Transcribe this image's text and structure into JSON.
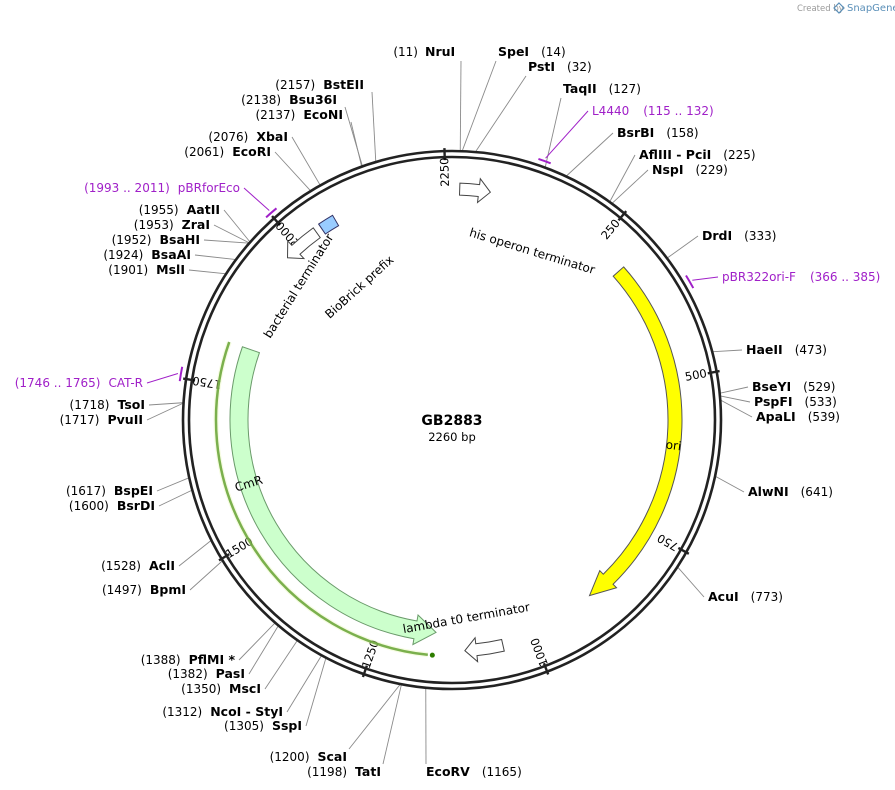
{
  "header": {
    "credit": "Created by",
    "brand": "SnapGene"
  },
  "plasmid": {
    "name": "GB2883",
    "length": 2260,
    "length_label": "2260 bp"
  },
  "ticks": [
    {
      "bp": 250,
      "label": "250"
    },
    {
      "bp": 500,
      "label": "500"
    },
    {
      "bp": 750,
      "label": "750"
    },
    {
      "bp": 1000,
      "label": "1000"
    },
    {
      "bp": 1250,
      "label": "1250"
    },
    {
      "bp": 1500,
      "label": "1500"
    },
    {
      "bp": 1750,
      "label": "1750"
    },
    {
      "bp": 2000,
      "label": "2000"
    },
    {
      "bp": 2250,
      "label": "2250"
    }
  ],
  "sites": [
    {
      "name": "NruI",
      "pos": "(11)",
      "bp": 11
    },
    {
      "name": "SpeI",
      "pos": "(14)",
      "bp": 14
    },
    {
      "name": "PstI",
      "pos": "(32)",
      "bp": 32
    },
    {
      "name": "TaqII",
      "pos": "(127)",
      "bp": 127
    },
    {
      "name": "BsrBI",
      "pos": "(158)",
      "bp": 158
    },
    {
      "name": "AflIII - PciI",
      "pos": "(225)",
      "bp": 225
    },
    {
      "name": "NspI",
      "pos": "(229)",
      "bp": 229
    },
    {
      "name": "DrdI",
      "pos": "(333)",
      "bp": 333
    },
    {
      "name": "HaeII",
      "pos": "(473)",
      "bp": 473
    },
    {
      "name": "BseYI",
      "pos": "(529)",
      "bp": 529
    },
    {
      "name": "PspFI",
      "pos": "(533)",
      "bp": 533
    },
    {
      "name": "ApaLI",
      "pos": "(539)",
      "bp": 539
    },
    {
      "name": "AlwNI",
      "pos": "(641)",
      "bp": 641
    },
    {
      "name": "AcuI",
      "pos": "(773)",
      "bp": 773
    },
    {
      "name": "EcoRV",
      "pos": "(1165)",
      "bp": 1165
    },
    {
      "name": "TatI",
      "pos": "(1198)",
      "bp": 1198
    },
    {
      "name": "ScaI",
      "pos": "(1200)",
      "bp": 1200
    },
    {
      "name": "SspI",
      "pos": "(1305)",
      "bp": 1305
    },
    {
      "name": "NcoI - StyI",
      "pos": "(1312)",
      "bp": 1312
    },
    {
      "name": "MscI",
      "pos": "(1350)",
      "bp": 1350
    },
    {
      "name": "PasI",
      "pos": "(1382)",
      "bp": 1382
    },
    {
      "name": "PflMI *",
      "pos": "(1388)",
      "bp": 1388
    },
    {
      "name": "BpmI",
      "pos": "(1497)",
      "bp": 1497
    },
    {
      "name": "AclI",
      "pos": "(1528)",
      "bp": 1528
    },
    {
      "name": "BsrDI",
      "pos": "(1600)",
      "bp": 1600
    },
    {
      "name": "BspEI",
      "pos": "(1617)",
      "bp": 1617
    },
    {
      "name": "PvuII",
      "pos": "(1717)",
      "bp": 1717
    },
    {
      "name": "TsoI",
      "pos": "(1718)",
      "bp": 1718
    },
    {
      "name": "MslI",
      "pos": "(1901)",
      "bp": 1901
    },
    {
      "name": "BsaAI",
      "pos": "(1924)",
      "bp": 1924
    },
    {
      "name": "BsaHI",
      "pos": "(1952)",
      "bp": 1952
    },
    {
      "name": "ZraI",
      "pos": "(1953)",
      "bp": 1953
    },
    {
      "name": "AatII",
      "pos": "(1955)",
      "bp": 1955
    },
    {
      "name": "EcoRI",
      "pos": "(2061)",
      "bp": 2061
    },
    {
      "name": "XbaI",
      "pos": "(2076)",
      "bp": 2076
    },
    {
      "name": "EcoNI",
      "pos": "(2137)",
      "bp": 2137
    },
    {
      "name": "Bsu36I",
      "pos": "(2138)",
      "bp": 2138
    },
    {
      "name": "BstEII",
      "pos": "(2157)",
      "bp": 2157
    }
  ],
  "primers": [
    {
      "name": "L4440",
      "range": "(115 .. 132)",
      "start": 115,
      "end": 132
    },
    {
      "name": "pBR322ori-F",
      "range": "(366 .. 385)",
      "start": 366,
      "end": 385
    },
    {
      "name": "CAT-R",
      "range": "(1746 .. 1765)",
      "start": 1746,
      "end": 1765
    },
    {
      "name": "pBRforEco",
      "range": "(1993 .. 2011)",
      "start": 1993,
      "end": 2011
    }
  ],
  "features": [
    {
      "name": "his operon terminator",
      "start": 12,
      "end": 60,
      "color": "#ffffff",
      "type": "terminator"
    },
    {
      "name": "ori",
      "start": 303,
      "end": 891,
      "color": "#ffff00",
      "type": "rep_origin"
    },
    {
      "name": "lambda t0 terminator",
      "start": 1050,
      "end": 1110,
      "color": "#ffffff",
      "type": "terminator"
    },
    {
      "name": "CmR",
      "start": 1157,
      "end": 1816,
      "color": "#ccffcc",
      "type": "cds"
    },
    {
      "name": "bacterial terminator",
      "start": 1975,
      "end": 2035,
      "color": "#ffffff",
      "type": "terminator"
    },
    {
      "name": "BioBrick prefix",
      "start": 2045,
      "end": 2070,
      "color": "#99ccff",
      "type": "misc"
    }
  ],
  "colors": {
    "primer": "#a020c8",
    "backbone": "#222222",
    "cds_line": "#2e7d00"
  }
}
